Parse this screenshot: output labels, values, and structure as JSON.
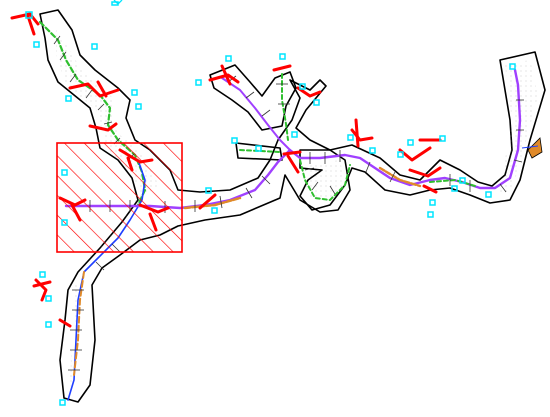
{
  "view": {
    "type": "cad-network-map",
    "background": "#ffffff"
  },
  "legend_colors": {
    "boundary": "#000000",
    "highlight_zone": "#ff0000",
    "annotation_red": "#ff0000",
    "marker_cyan": "#00e5ff",
    "centerline_purple": "#a040ff",
    "segment_green": "#2fbf2f",
    "segment_orange": "#e08a2a",
    "segment_blue": "#1f3fff",
    "hatch_grey": "#777777"
  },
  "features": {
    "selection_zone": {
      "kind": "hatched-rectangle",
      "color": "#ff0000"
    },
    "corridors": [
      "north-branch",
      "south-branch",
      "central-trunk",
      "northeast-fork",
      "east-loop",
      "far-east-arm"
    ]
  }
}
